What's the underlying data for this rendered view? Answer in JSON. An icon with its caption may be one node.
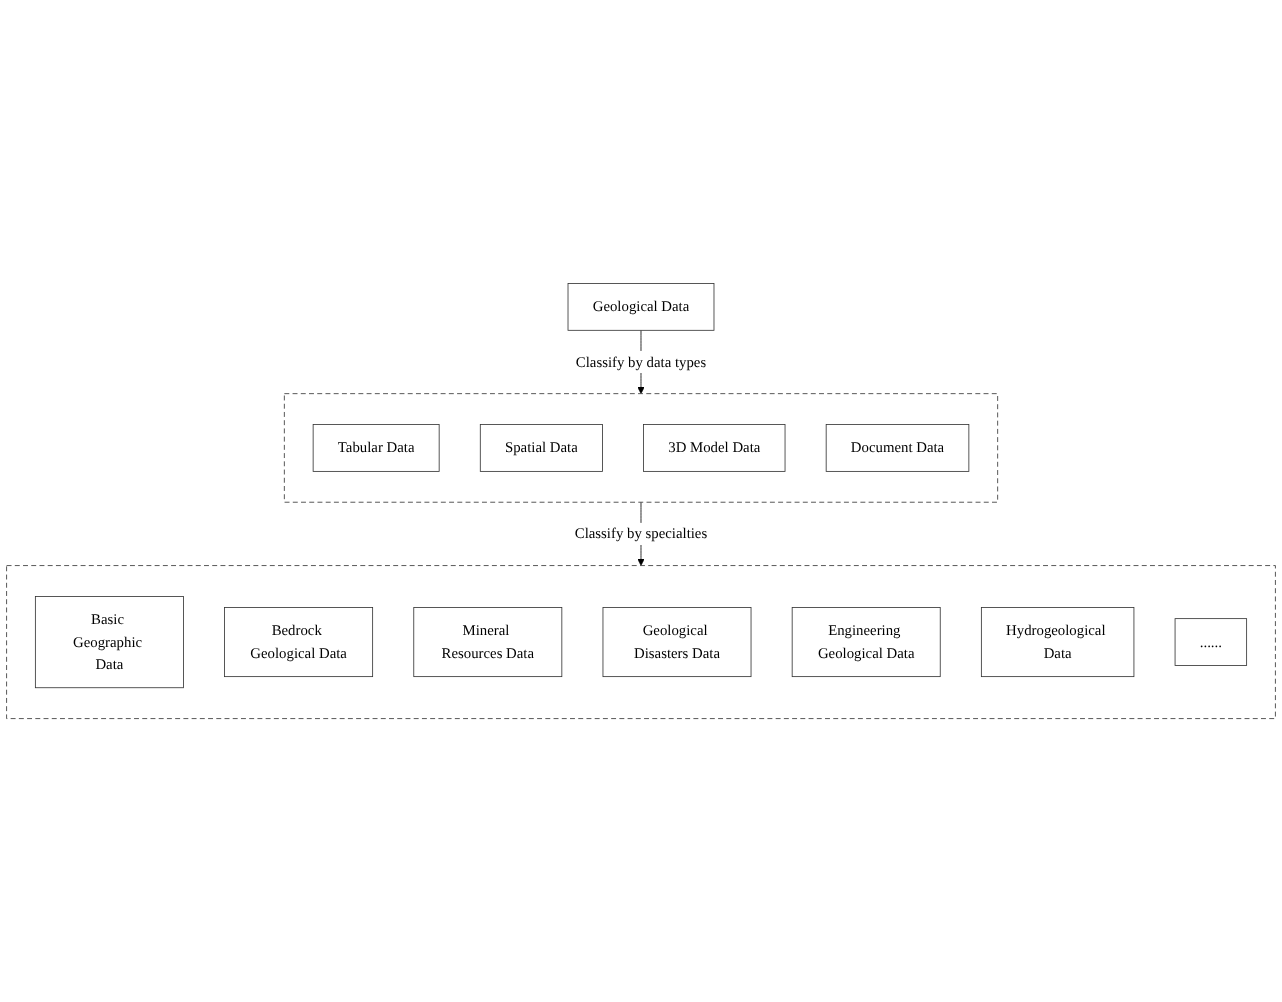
{
  "diagram": {
    "nodes": [
      {
        "text": [
          "Geological Data"
        ]
      },
      {
        "text": [],
        "shape": "box"
      },
      {
        "text": [
          "Tabular Data"
        ],
        "in": 1
      },
      {
        "text": [
          "Spatial Data"
        ],
        "in": 1
      },
      {
        "text": [
          "3D Model Data"
        ],
        "in": 1
      },
      {
        "text": [
          "Document Data"
        ],
        "in": 1
      },
      {
        "text": [],
        "shape": "box"
      },
      {
        "text": [
          "Basic Geographic Data"
        ],
        "in": 6
      },
      {
        "text": [
          "Bedrock Geological Data"
        ],
        "in": 6
      },
      {
        "text": [
          "Mineral Resources Data"
        ],
        "in": 6
      },
      {
        "text": [
          "Geological Disasters Data"
        ],
        "in": 6
      },
      {
        "text": [
          "Engineering Geological Data"
        ],
        "in": 6
      },
      {
        "text": [
          "Hydrogeological Data"
        ],
        "in": 6
      },
      {
        "text": [
          "......"
        ],
        "in": 6
      }
    ],
    "edges": [
      {
        "from": 0,
        "to": 1,
        "arrow": "to",
        "label": "Classify by data types"
      },
      {
        "from": 1,
        "to": 6,
        "arrow": "to",
        "label": "Classify by specialties"
      }
    ]
  }
}
